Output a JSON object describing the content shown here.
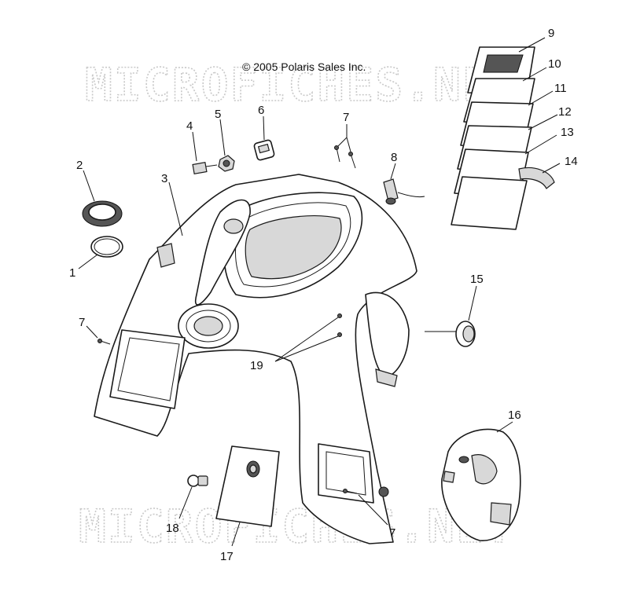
{
  "copyright": "© 2005 Polaris Sales Inc.",
  "watermark": "MICROFICHES.NET",
  "callouts": {
    "c1": "1",
    "c2": "2",
    "c3": "3",
    "c4": "4",
    "c5": "5",
    "c6": "6",
    "c7a": "7",
    "c7b": "7",
    "c7c": "7",
    "c8": "8",
    "c9": "9",
    "c10": "10",
    "c11": "11",
    "c12": "12",
    "c13": "13",
    "c14": "14",
    "c15": "15",
    "c16": "16",
    "c17": "17",
    "c18": "18",
    "c19": "19"
  }
}
